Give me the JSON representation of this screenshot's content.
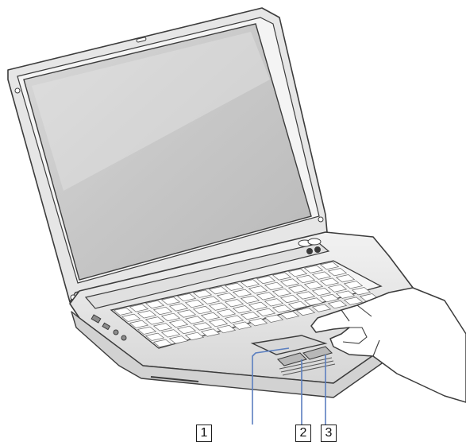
{
  "callouts": [
    {
      "label": "1",
      "part": "touchpad"
    },
    {
      "label": "2",
      "part": "left-button"
    },
    {
      "label": "3",
      "part": "right-button"
    }
  ],
  "colors": {
    "outline": "#3c3c3c",
    "chassis": "#ececec",
    "screen": "#c9c9c9",
    "callout_line": "#5b7fc0",
    "skin": "#ffffff"
  }
}
